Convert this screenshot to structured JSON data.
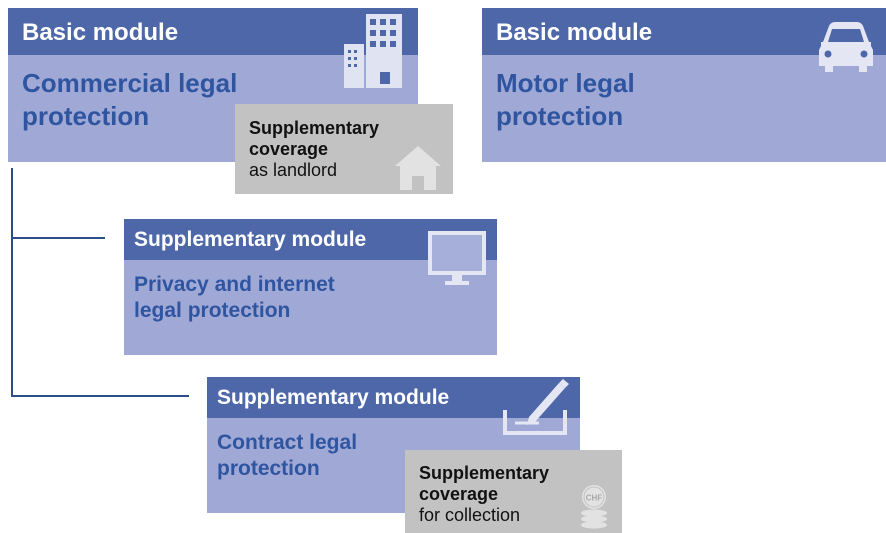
{
  "commercial": {
    "header": "Basic module",
    "title_line1": "Commercial legal",
    "title_line2": "protection",
    "icon": "office-building-icon",
    "supplement": {
      "line1": "Supplementary",
      "line2": "coverage",
      "line3": "as landlord",
      "icon": "house-icon"
    }
  },
  "motor": {
    "header": "Basic module",
    "title_line1": "Motor legal",
    "title_line2": "protection",
    "icon": "car-icon"
  },
  "privacy": {
    "header": "Supplementary module",
    "title_line1": "Privacy and internet",
    "title_line2": "legal protection",
    "icon": "monitor-icon"
  },
  "contract": {
    "header": "Supplementary module",
    "title_line1": "Contract legal",
    "title_line2": "protection",
    "icon": "signing-pen-icon",
    "supplement": {
      "line1": "Supplementary",
      "line2": "coverage",
      "line3": "for collection",
      "icon": "chf-coins-icon",
      "coin_label": "CHF"
    }
  },
  "colors": {
    "header_bg": "#4d67a9",
    "card_bg": "#a0a9d6",
    "title_text": "#2f55a0",
    "supplement_bg": "#c2c2c2",
    "connector_line": "#2b4f86"
  }
}
